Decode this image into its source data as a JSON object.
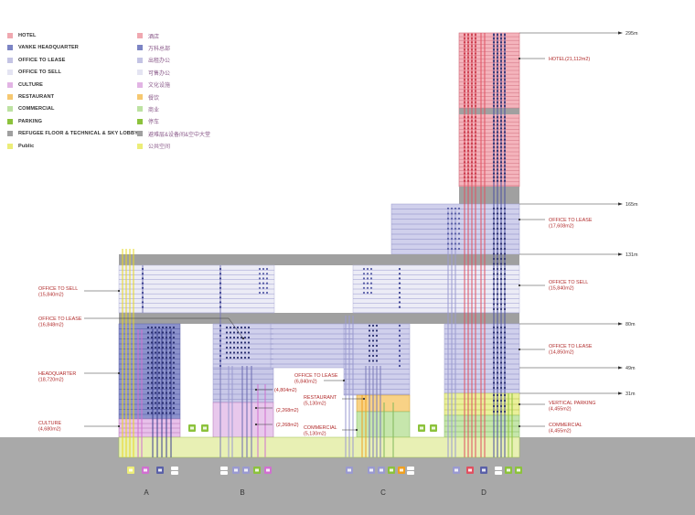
{
  "legend": [
    {
      "en": "HOTEL",
      "cn": "酒店",
      "color": "#f0a8b0"
    },
    {
      "en": "VANKE HEADQUARTER",
      "cn": "万科总部",
      "color": "#7c84c4"
    },
    {
      "en": "OFFICE TO LEASE",
      "cn": "出租办公",
      "color": "#c4c4e4"
    },
    {
      "en": "OFFICE TO SELL",
      "cn": "可售办公",
      "color": "#e4e4f2"
    },
    {
      "en": "CULTURE",
      "cn": "文化设施",
      "color": "#e2b4e4"
    },
    {
      "en": "RESTAURANT",
      "cn": "餐饮",
      "color": "#f6c870"
    },
    {
      "en": "COMMERCIAL",
      "cn": "商业",
      "color": "#bde2a2"
    },
    {
      "en": "PARKING",
      "cn": "停车",
      "color": "#8cc23c"
    },
    {
      "en": "REFUGEE FLOOR & TECHNICAL & SKY LOBBY",
      "cn": "避难层&设备间&空中大堂",
      "color": "#a0a0a0"
    },
    {
      "en": "Public",
      "cn": "公共空间",
      "color": "#eced78"
    }
  ],
  "levels": [
    "295m",
    "165m",
    "131m",
    "80m",
    "49m",
    "31m"
  ],
  "annotations": {
    "hotel": [
      "HOTEL(21,112m2)"
    ],
    "lease_d_top": [
      "OFFICE TO LEASE",
      "(17,608m2)"
    ],
    "sell_d": [
      "OFFICE TO SELL",
      "(15,840m2)"
    ],
    "lease_d_mid": [
      "OFFICE TO LEASE",
      "(14,850m2)"
    ],
    "parking_d": [
      "VERTICAL PARKING",
      "(4,455m2)"
    ],
    "commercial_d": [
      "COMMERCIAL",
      "(4,455m2)"
    ],
    "sell_a": [
      "OFFICE TO SELL",
      "(15,840m2)"
    ],
    "lease_a": [
      "OFFICE TO LEASE",
      "(16,848m2)"
    ],
    "hq": [
      "HEADQUARTER",
      "(18,720m2)"
    ],
    "culture": [
      "CULTURE",
      "(4,680m2)"
    ],
    "lease_c": [
      "OFFICE TO LEASE",
      "(6,840m2)"
    ],
    "restaurant_c": [
      "RESTAURANT",
      "(5,130m2)"
    ],
    "commercial_c": [
      "COMMERCIAL",
      "(5,130m2)"
    ],
    "b_1": "(4,804m2)",
    "b_2": "(2,268m2)",
    "b_3": "(2,268m2)"
  },
  "buildings": [
    "A",
    "B",
    "C",
    "D"
  ]
}
